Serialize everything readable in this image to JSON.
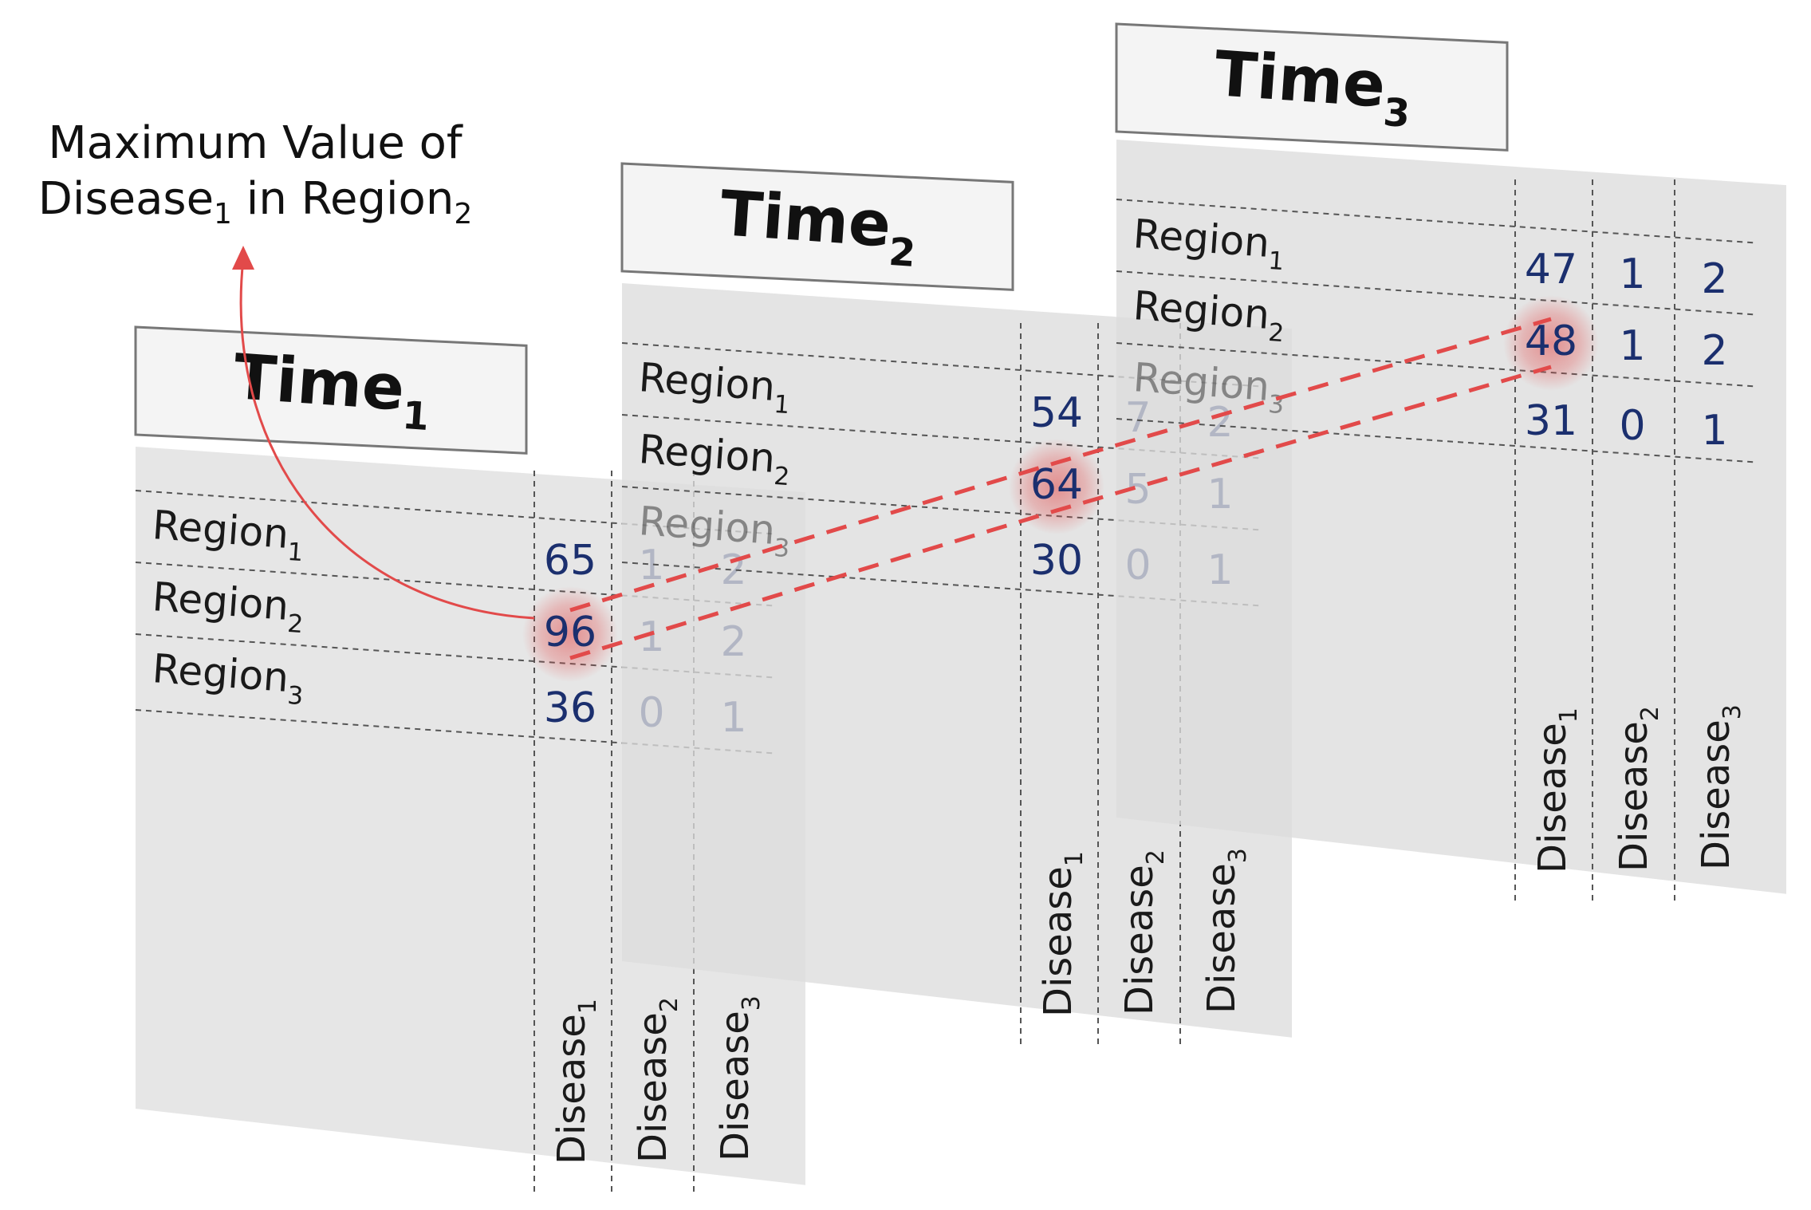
{
  "annotation": {
    "line1": "Maximum Value of",
    "line2_part1": "Disease",
    "line2_sub1": "1",
    "line2_part2": " in Region",
    "line2_sub2": "2"
  },
  "colors": {
    "value_text": "#1b2f6e",
    "highlight": "#e24a4a",
    "panel": "#dcdcdc"
  },
  "panels": [
    {
      "time_base": "Time",
      "time_sub": "1",
      "regions": [
        {
          "base": "Region",
          "sub": "1"
        },
        {
          "base": "Region",
          "sub": "2"
        },
        {
          "base": "Region",
          "sub": "3"
        }
      ],
      "diseases": [
        {
          "base": "Disease",
          "sub": "1"
        },
        {
          "base": "Disease",
          "sub": "2"
        },
        {
          "base": "Disease",
          "sub": "3"
        }
      ],
      "values": [
        [
          "65",
          "1",
          "2"
        ],
        [
          "96",
          "1",
          "2"
        ],
        [
          "36",
          "0",
          "1"
        ]
      ],
      "highlight": {
        "row": 1,
        "col": 0
      }
    },
    {
      "time_base": "Time",
      "time_sub": "2",
      "regions": [
        {
          "base": "Region",
          "sub": "1"
        },
        {
          "base": "Region",
          "sub": "2"
        },
        {
          "base": "Region",
          "sub": "3"
        }
      ],
      "diseases": [
        {
          "base": "Disease",
          "sub": "1"
        },
        {
          "base": "Disease",
          "sub": "2"
        },
        {
          "base": "Disease",
          "sub": "3"
        }
      ],
      "values": [
        [
          "54",
          "7",
          "2"
        ],
        [
          "64",
          "5",
          "1"
        ],
        [
          "30",
          "0",
          "1"
        ]
      ],
      "highlight": {
        "row": 1,
        "col": 0
      }
    },
    {
      "time_base": "Time",
      "time_sub": "3",
      "regions": [
        {
          "base": "Region",
          "sub": "1"
        },
        {
          "base": "Region",
          "sub": "2"
        },
        {
          "base": "Region",
          "sub": "3"
        }
      ],
      "diseases": [
        {
          "base": "Disease",
          "sub": "1"
        },
        {
          "base": "Disease",
          "sub": "2"
        },
        {
          "base": "Disease",
          "sub": "3"
        }
      ],
      "values": [
        [
          "47",
          "1",
          "2"
        ],
        [
          "48",
          "1",
          "2"
        ],
        [
          "31",
          "0",
          "1"
        ]
      ],
      "highlight": {
        "row": 1,
        "col": 0
      }
    }
  ]
}
